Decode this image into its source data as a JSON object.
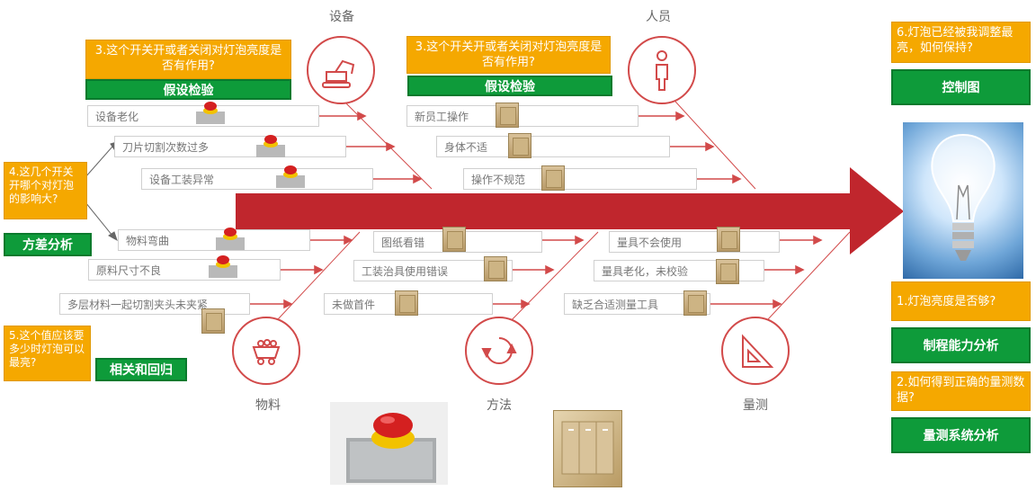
{
  "categories": {
    "equipment": "设备",
    "people": "人员",
    "material": "物料",
    "method": "方法",
    "measurement": "量测"
  },
  "questions": {
    "q3_left": "3.这个开关开或者关闭对灯泡亮度是否有作用?",
    "q3_right": "3.这个开关开或者关闭对灯泡亮度是否有作用?",
    "q4": "4.这几个开关开哪个对灯泡的影响大?",
    "q5": "5.这个值应该要多少时灯泡可以最亮?",
    "q6": "6.灯泡已经被我调整最亮，如何保持?",
    "q1": "1.灯泡亮度是否够?",
    "q2": "2.如何得到正确的量测数据?"
  },
  "tools": {
    "hypothesis_left": "假设检验",
    "hypothesis_right": "假设检验",
    "anova": "方差分析",
    "regression": "相关和回归",
    "control_chart": "控制图",
    "capability": "制程能力分析",
    "msa": "量测系统分析"
  },
  "causes": {
    "equipment": [
      "设备老化",
      "刀片切割次数过多",
      "设备工装异常"
    ],
    "people": [
      "新员工操作",
      "身体不适",
      "操作不规范"
    ],
    "material": [
      "物料弯曲",
      "原料尺寸不良",
      "多层材料一起切割夹头未夹紧"
    ],
    "method": [
      "图纸看错",
      "工装治具使用错误",
      "未做首件"
    ],
    "measurement": [
      "量具不会使用",
      "量具老化，未校验",
      "缺乏合适测量工具"
    ]
  },
  "colors": {
    "arrow": "#c0262d",
    "question_bg": "#f5a800",
    "tool_bg": "#0e9b3a",
    "bone": "#d24a4a"
  },
  "icons": {
    "equipment": "excavator-icon",
    "people": "person-icon",
    "material": "mine-cart-icon",
    "method": "cycle-arrows-icon",
    "measurement": "set-square-icon",
    "effect": "light-bulb-icon",
    "factor_button": "emergency-stop-button-icon",
    "factor_switch": "wall-switch-icon"
  }
}
